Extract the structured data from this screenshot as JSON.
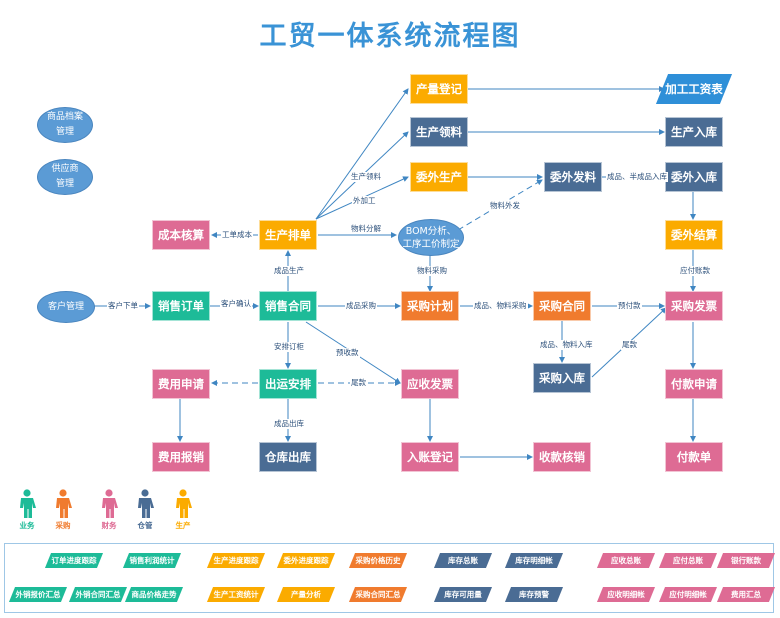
{
  "title": "工贸一体系统流程图",
  "colors": {
    "sales": "#1dbb98",
    "purchase": "#f07b2e",
    "finance": "#de6b94",
    "warehouse": "#4a6c94",
    "production": "#fbab00",
    "ellipse": "#5b9bd5",
    "parallelogram": "#2e8fd8",
    "edge": "#3f86c2"
  },
  "ellipses": {
    "product_archive": "商品档案\n管理",
    "supplier": "供应商\n管理",
    "customer": "客户管理",
    "bom": "BOM分析、\n工序工价制定"
  },
  "nodes": {
    "output_register": "产量登记",
    "production_material": "生产领料",
    "outsourced_production": "委外生产",
    "wage_sheet": "加工工资表",
    "production_inbound": "生产入库",
    "outsource_issue": "委外发料",
    "outsource_inbound": "委外入库",
    "cost_accounting": "成本核算",
    "production_schedule": "生产排单",
    "outsource_settlement": "委外结算",
    "sales_order": "销售订单",
    "sales_contract": "销售合同",
    "purchase_plan": "采购计划",
    "purchase_contract": "采购合同",
    "purchase_invoice": "采购发票",
    "expense_request": "费用申请",
    "shipping": "出运安排",
    "receivable_invoice": "应收发票",
    "purchase_inbound": "采购入库",
    "payment_request": "付款申请",
    "expense_reimburse": "费用报销",
    "warehouse_outbound": "仓库出库",
    "account_register": "入账登记",
    "receipt_writeoff": "收款核销",
    "payment_slip": "付款单"
  },
  "edge_labels": {
    "prod_material": "生产领料",
    "outsource_proc": "外加工",
    "material_dispatch": "物料外发",
    "finished_semi_in": "成品、半成品入库",
    "work_order_cost": "工单成本",
    "material_decompose": "物料分解",
    "finished_prod": "成品生产",
    "material_purchase": "物料采购",
    "payable": "应付账款",
    "customer_order": "客户下单",
    "customer_confirm": "客户确认",
    "finished_purchase": "成品采购",
    "finished_material_purchase": "成品、物料采购",
    "prepay": "预付款",
    "arrange_container": "安排订柜",
    "advance_receipt": "预收款",
    "finished_material_in": "成品、物料入库",
    "balance1": "尾款",
    "balance2": "尾款",
    "finished_out": "成品出库"
  },
  "roles": [
    {
      "label": "业务",
      "color": "#1dbb98"
    },
    {
      "label": "采购",
      "color": "#f07b2e"
    },
    {
      "label": "财务",
      "color": "#de6b94"
    },
    {
      "label": "仓管",
      "color": "#4a6c94"
    },
    {
      "label": "生产",
      "color": "#fbab00"
    }
  ],
  "reports": {
    "row1": [
      {
        "label": "订单进度跟踪",
        "group": "sales"
      },
      {
        "label": "销售利润统计",
        "group": "sales"
      },
      {
        "label": "生产进度跟踪",
        "group": "production"
      },
      {
        "label": "委外进度跟踪",
        "group": "production"
      },
      {
        "label": "采购价格历史",
        "group": "purchase"
      },
      {
        "label": "库存总账",
        "group": "warehouse"
      },
      {
        "label": "库存明细帐",
        "group": "warehouse"
      },
      {
        "label": "应收总账",
        "group": "finance"
      },
      {
        "label": "应付总账",
        "group": "finance"
      },
      {
        "label": "银行账款",
        "group": "finance"
      }
    ],
    "row2": [
      {
        "label": "外销报价汇总",
        "group": "sales"
      },
      {
        "label": "外销合同汇总",
        "group": "sales"
      },
      {
        "label": "商品价格走势",
        "group": "sales"
      },
      {
        "label": "生产工资统计",
        "group": "production"
      },
      {
        "label": "产量分析",
        "group": "production"
      },
      {
        "label": "采购合同汇总",
        "group": "purchase"
      },
      {
        "label": "库存可用量",
        "group": "warehouse"
      },
      {
        "label": "库存预警",
        "group": "warehouse"
      },
      {
        "label": "应收明细帐",
        "group": "finance"
      },
      {
        "label": "应付明细帐",
        "group": "finance"
      },
      {
        "label": "费用汇总",
        "group": "finance"
      }
    ]
  }
}
